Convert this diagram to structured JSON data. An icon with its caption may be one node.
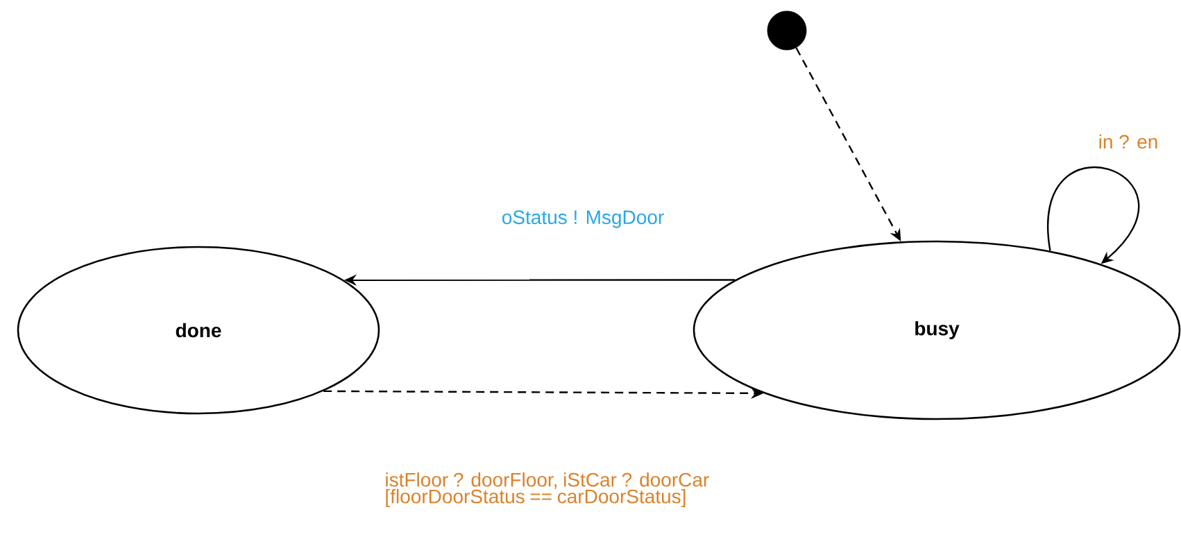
{
  "diagram": {
    "nodes": [
      {
        "text": [
          "done"
        ]
      },
      {
        "text": [
          "busy"
        ]
      },
      {
        "text": [],
        "shape": "circle"
      }
    ],
    "edges": [
      {
        "from": 2,
        "to": 1,
        "arrow": "to",
        "style": "dashed"
      },
      {
        "from": 1,
        "to": 0,
        "arrow": "to",
        "label": "oStatus ! MsgDoor"
      },
      {
        "from": 0,
        "to": 1,
        "arrow": "to",
        "style": "dashed",
        "label": "istFloor ? doorFloor, iStCar ? doorCar [floorDoorStatus == carDoorStatus]"
      },
      {
        "from": 1,
        "to": 1,
        "arrow": "to",
        "label": "in ? en"
      }
    ]
  }
}
